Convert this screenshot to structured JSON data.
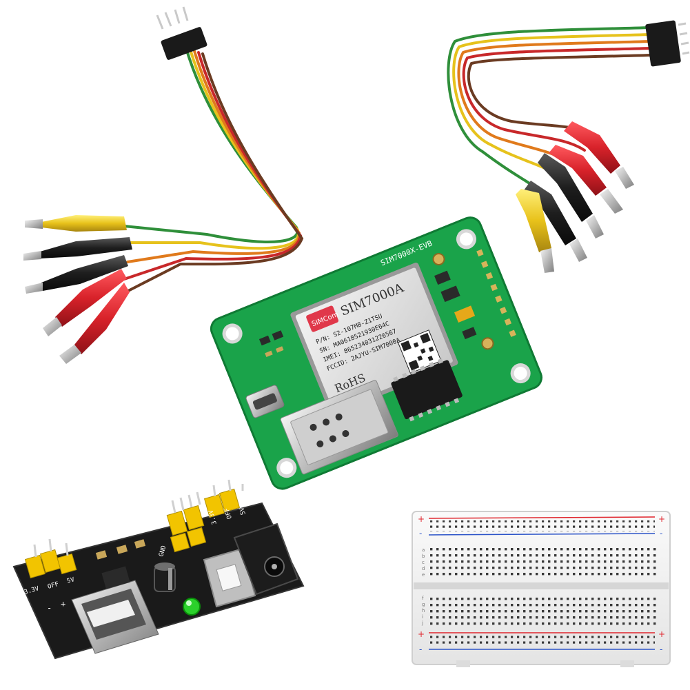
{
  "colors": {
    "background": "#ffffff",
    "pcb_green": "#1aa34a",
    "pcb_black": "#1a1a1a",
    "jumper_yellow": "#f2c400",
    "clip_red": "#d8222a",
    "clip_black": "#1e1e1e",
    "clip_yellow": "#e8c21a",
    "wire_green": "#2f8f3a",
    "wire_yellow": "#e6c21c",
    "wire_orange": "#e07a1c",
    "wire_red": "#c8282a",
    "wire_brown": "#6b3b22",
    "breadboard": "#f3f3f3",
    "rail_red": "#e0242c",
    "rail_blue": "#2b53c8"
  },
  "gsm_board": {
    "board_label": "SIM7000X-EVB",
    "module": {
      "brand": "SIMCom",
      "model": "SIM7000A",
      "part_line": "P/N: S2-107M8-Z1TSU",
      "sn_line": "SN: MA0618521930E64C",
      "imei_line": "IMEI: 865234031226567",
      "fcc_line": "FCCID: 2AJYU-SIM7000A",
      "rohs": "RoHS"
    }
  },
  "power_module": {
    "left_jumper_labels": {
      "v5": "5V",
      "v33": "3.3V",
      "off": "OFF"
    },
    "right_jumper_labels": {
      "v33": "3.3V",
      "off": "OFF",
      "v5": "5V"
    },
    "gnd": "GND",
    "minus": "-",
    "plus": "+"
  },
  "breadboard": {
    "top_rail_plus": "+",
    "top_rail_minus": "-",
    "bottom_rail_plus": "+",
    "bottom_rail_minus": "-",
    "row_letters_top": [
      "a",
      "b",
      "c",
      "d",
      "e"
    ],
    "row_letters_bottom": [
      "f",
      "g",
      "h",
      "i",
      "j"
    ]
  }
}
